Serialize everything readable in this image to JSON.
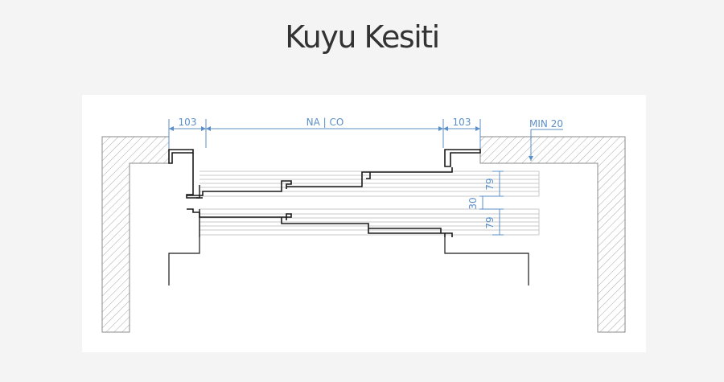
{
  "page": {
    "title": "Kuyu Kesiti"
  },
  "colors": {
    "dimension": "#5b8fc7",
    "structure": "#1a1a1a",
    "hatch": "#a8a8a8",
    "panel": "#c8c8c8"
  },
  "diagram": {
    "dim_left_width": "103",
    "dim_opening": "NA | CO",
    "dim_right_width": "103",
    "dim_min_depth": "MIN 20",
    "dim_panel_upper": "79",
    "dim_gap": "30",
    "dim_panel_lower": "79"
  }
}
